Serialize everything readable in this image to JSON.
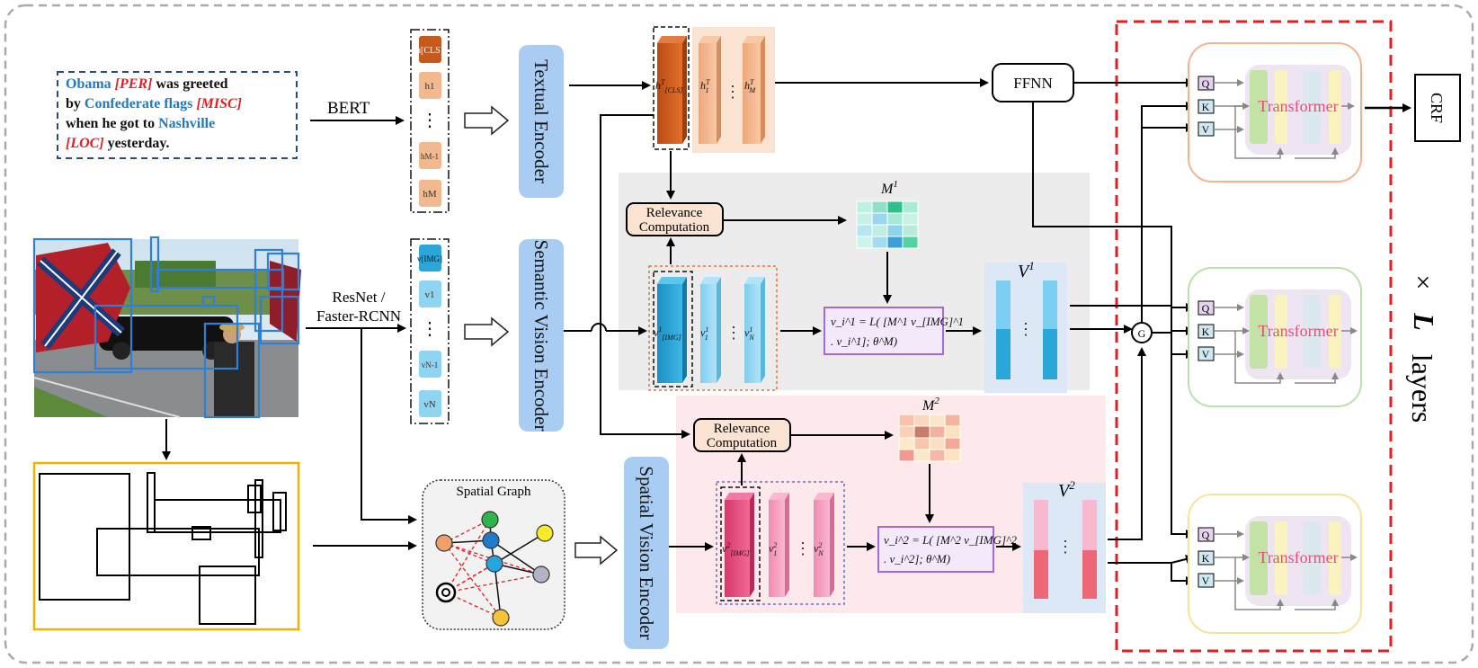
{
  "sentence": {
    "l1_ent": "Obama",
    "l1_tag": "[PER]",
    "l1_rest": " was greeted",
    "l2_pre": "by ",
    "l2_ent": "Confederate flags",
    "l2_tag": "[MISC]",
    "l3_pre": "when he got to ",
    "l3_ent": "Nashville",
    "l4_tag": "[LOC]",
    "l4_rest": " yesterday."
  },
  "labels": {
    "bert": "BERT",
    "resnet_1": "ResNet /",
    "resnet_2": "Faster-RCNN",
    "spatial_graph": "Spatial Graph",
    "textual_encoder": "Textual Encoder",
    "semantic_encoder": "Semantic Vision Encoder",
    "spatial_encoder": "Spatial Vision Encoder",
    "relevance_1": "Relevance",
    "relevance_2": "Computation",
    "ffnn": "FFNN",
    "crf": "CRF",
    "transformer": "Transformer",
    "gate": "G",
    "layers_times": "×",
    "layers_l": "L",
    "layers_word": "layers",
    "q": "Q",
    "k": "K",
    "v": "V",
    "ellipsis": "⋮"
  },
  "bert_tokens": [
    "h[CLS]",
    "h1",
    "hM-1",
    "hM"
  ],
  "resnet_tokens": [
    "v[IMG]",
    "v1",
    "vN-1",
    "vN"
  ],
  "matrices": {
    "m1": "M",
    "m1_sup": "1",
    "m2": "M",
    "m2_sup": "2",
    "v1": "V",
    "v1_sup": "1",
    "v2": "V",
    "v2_sup": "2"
  },
  "formulas": {
    "f1_line1": "v_i^1 = L( [M^1 v_[IMG]^1",
    "f1_line2": ". v_i^1]; θ^M)",
    "f2_line1": "v_i^2 = L( [M^2 v_[IMG]^2",
    "f2_line2": ". v_i^2]; θ^M)"
  },
  "colors": {
    "entity_blue": "#1f7bc1",
    "tag_red": "#e02020",
    "encoder_blue": "#a9cdf2",
    "text_orange": "#c9571a",
    "sem_blue": "#2aa6d8",
    "spa_pink": "#e8457a",
    "formula_purple": "#a26ad6",
    "dashed_red": "#e02020"
  }
}
